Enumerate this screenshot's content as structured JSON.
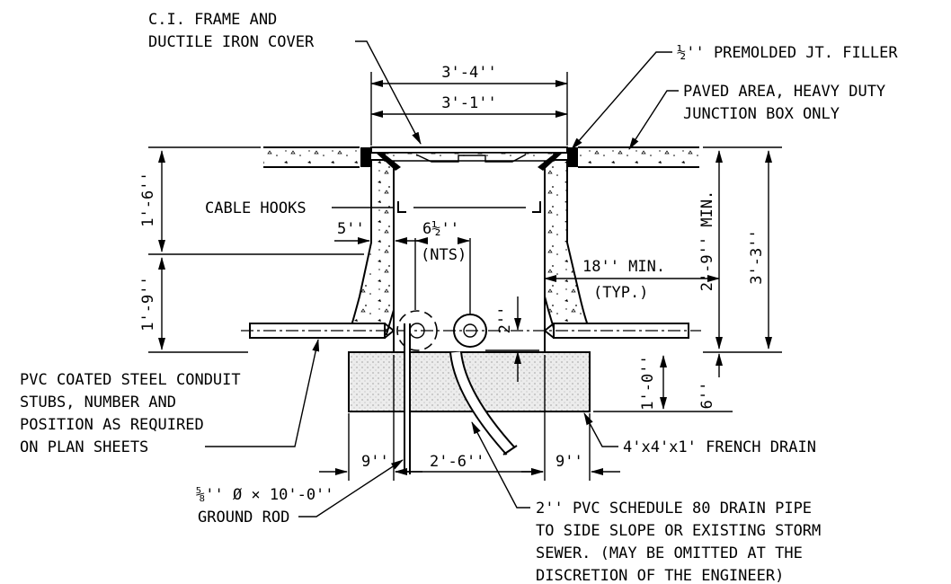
{
  "labels": {
    "frame_cover": [
      "C.I. FRAME AND",
      "DUCTILE IRON COVER"
    ],
    "jt_filler": "½'' PREMOLDED JT. FILLER",
    "paved_area": [
      "PAVED AREA, HEAVY DUTY",
      "JUNCTION BOX  ONLY"
    ],
    "cable_hooks": "CABLE HOOKS",
    "conduit_stubs": [
      "PVC COATED STEEL CONDUIT",
      "STUBS, NUMBER AND",
      "POSITION AS REQUIRED",
      "ON PLAN SHEETS"
    ],
    "french_drain": "4'x4'x1' FRENCH DRAIN",
    "ground_rod": [
      "⅝'' Ø × 10'-0''",
      "GROUND ROD"
    ],
    "drain_pipe": [
      "2'' PVC SCHEDULE 80 DRAIN PIPE",
      "TO SIDE SLOPE OR EXISTING STORM",
      "SEWER. (MAY BE OMITTED AT THE",
      "DISCRETION OF THE ENGINEER)"
    ]
  },
  "dimensions": {
    "outer_width": "3'-4''",
    "inner_width": "3'-1''",
    "upper_height": "1'-6''",
    "lower_height": "1'-9''",
    "wall_top": "5''",
    "hook_spacing": "6½''",
    "hook_spacing_note": "(NTS)",
    "conduit_offset": "2''",
    "clearance": "18'' MIN.",
    "clearance_note": "(TYP.)",
    "min_depth": "2'-9'' MIN.",
    "total_depth": "3'-3''",
    "drain_depth": "1'-0''",
    "drain_extra": "6''",
    "drain_left": "9''",
    "drain_center": "2'-6''",
    "drain_right": "9''"
  }
}
